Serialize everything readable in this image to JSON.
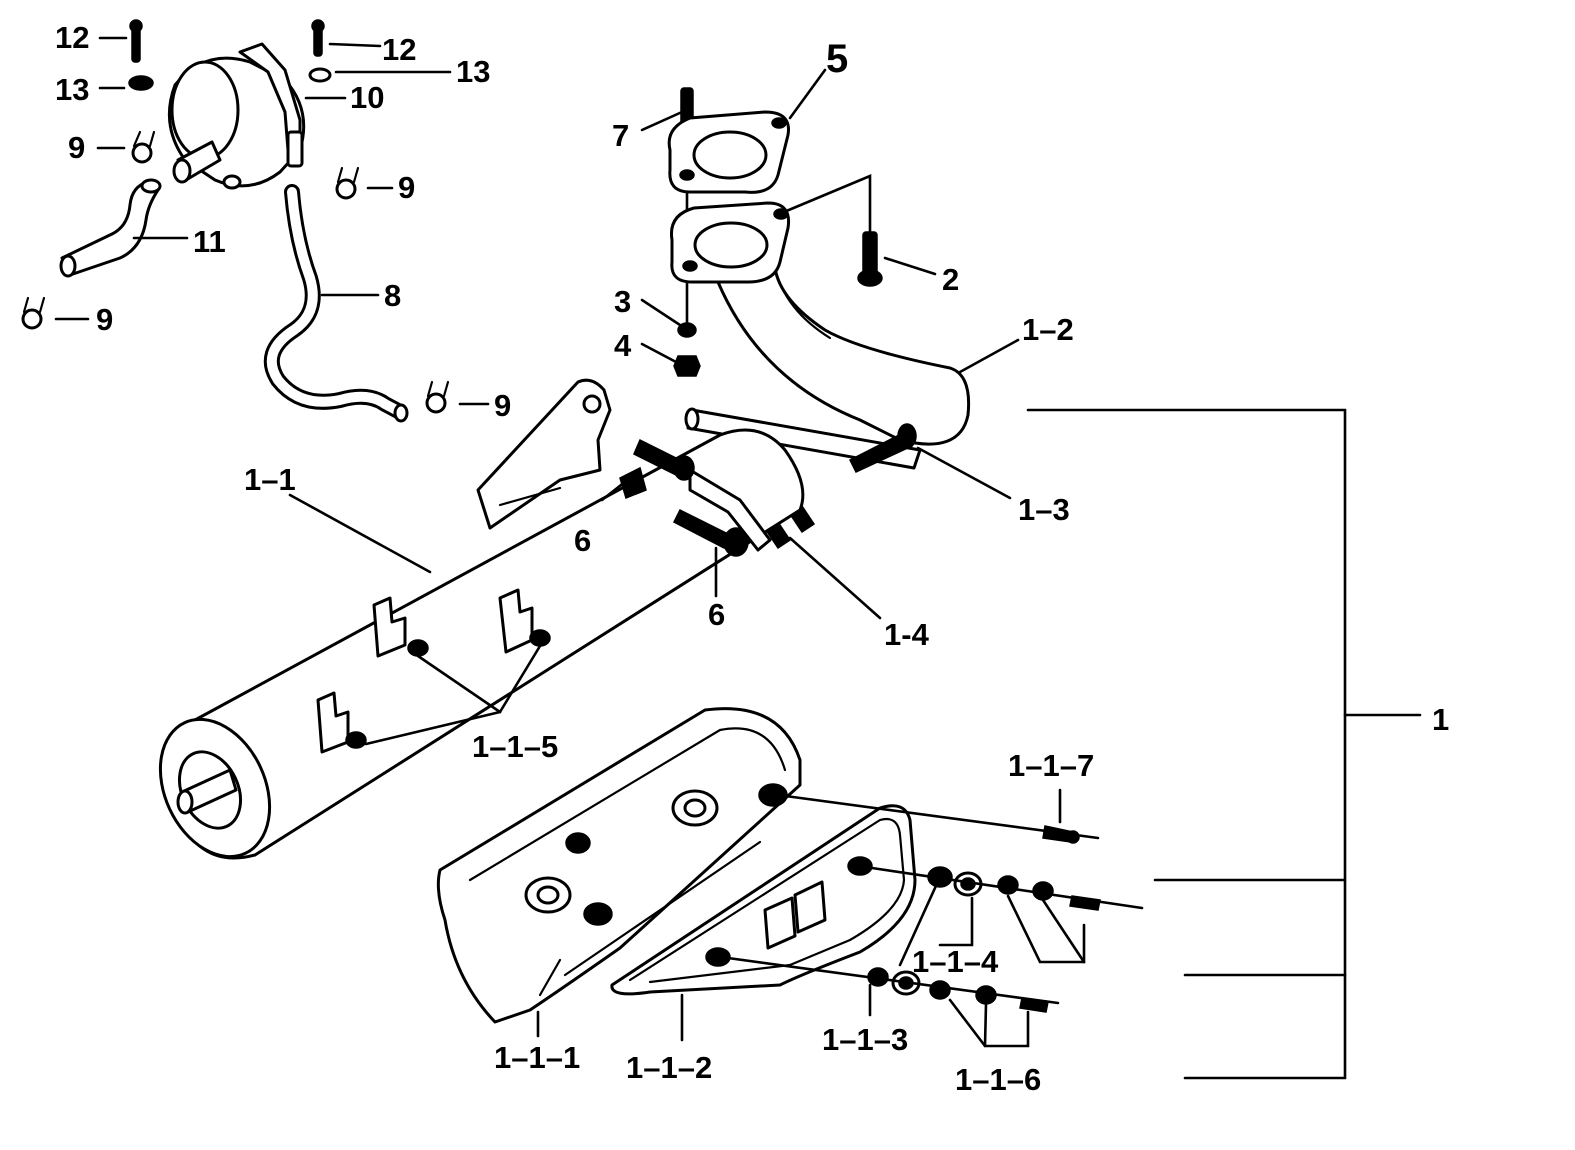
{
  "labels": {
    "l12a": "12",
    "l12b": "12",
    "l13a": "13",
    "l13b": "13",
    "l10": "10",
    "l9a": "9",
    "l9b": "9",
    "l9c": "9",
    "l9d": "9",
    "l11": "11",
    "l8": "8",
    "l5": "5",
    "l7": "7",
    "l2": "2",
    "l3": "3",
    "l4": "4",
    "l1_2": "1–2",
    "l1_1": "1–1",
    "l1_3": "1–3",
    "l1_4": "1-4",
    "l6a": "6",
    "l6b": "6",
    "l1_1_5": "1–1–5",
    "l1": "1",
    "l1_1_7": "1–1–7",
    "l1_1_4": "1–1–4",
    "l1_1_3": "1–1–3",
    "l1_1_1": "1–1–1",
    "l1_1_2": "1–1–2",
    "l1_1_6": "1–1–6"
  }
}
